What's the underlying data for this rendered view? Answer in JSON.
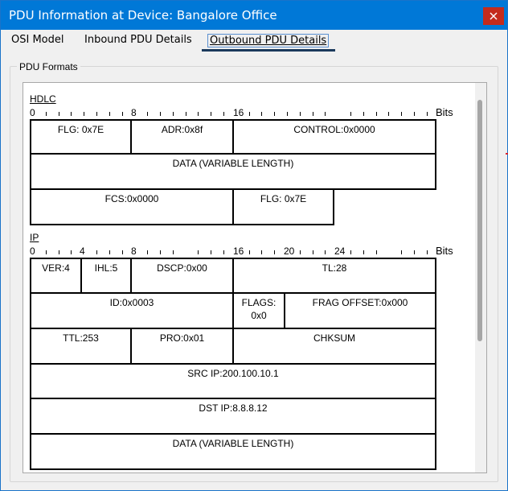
{
  "window": {
    "title": "PDU Information at Device: Bangalore Office",
    "close_icon": "close-icon"
  },
  "tabs": [
    {
      "label": "OSI Model"
    },
    {
      "label": "Inbound PDU Details"
    },
    {
      "label": "Outbound PDU Details",
      "active": true
    }
  ],
  "group": {
    "legend": "PDU Formats"
  },
  "hdlc": {
    "title": "HDLC",
    "ruler": [
      "0",
      "8",
      "16"
    ],
    "bits": "Bits",
    "rows": [
      [
        "FLG: 0x7E",
        "ADR:0x8f",
        "CONTROL:0x0000"
      ],
      [
        "DATA (VARIABLE LENGTH)"
      ],
      [
        "FCS:0x0000",
        "FLG: 0x7E"
      ]
    ]
  },
  "ip": {
    "title": "IP",
    "ruler": [
      "0",
      "4",
      "8",
      "16",
      "20",
      "24"
    ],
    "bits": "Bits",
    "rows": [
      [
        "VER:4",
        "IHL:5",
        "DSCP:0x00",
        "TL:28"
      ],
      [
        "ID:0x0003",
        "FLAGS:",
        "0x0",
        "FRAG OFFSET:0x000"
      ],
      [
        "TTL:253",
        "PRO:0x01",
        "CHKSUM"
      ],
      [
        "SRC IP:200.100.10.1"
      ],
      [
        "DST IP:8.8.8.12"
      ],
      [
        "DATA (VARIABLE LENGTH)"
      ]
    ]
  },
  "colors": {
    "titlebar": "#0078d7",
    "close": "#c42b1c"
  }
}
